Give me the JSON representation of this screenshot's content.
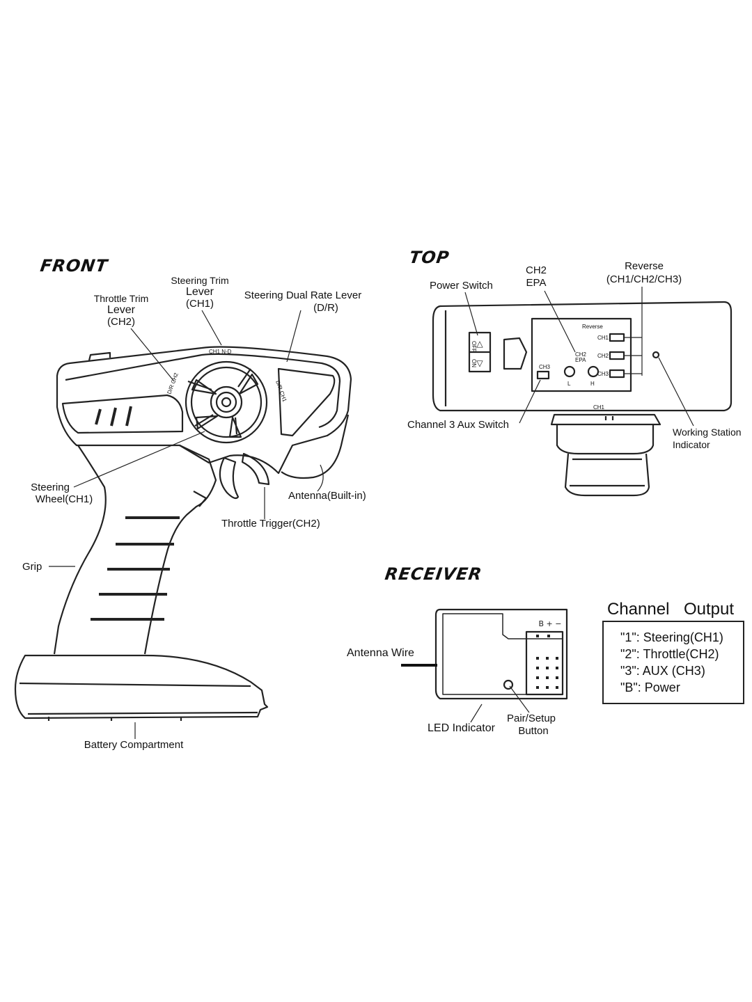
{
  "sections": {
    "front": "FRONT",
    "top": "TOP",
    "receiver": "RECEIVER"
  },
  "front_labels": {
    "throttle_trim_1": "Throttle Trim",
    "throttle_trim_2": "Lever",
    "throttle_trim_3": "(CH2)",
    "steering_trim_1": "Steering Trim",
    "steering_trim_2": "Lever",
    "steering_trim_3": "(CH1)",
    "dual_rate_1": "Steering Dual Rate Lever",
    "dual_rate_2": "(D/R)",
    "steering_wheel_1": "Steering",
    "steering_wheel_2": "Wheel(CH1)",
    "antenna": "Antenna(Built-in)",
    "throttle_trigger": "Throttle Trigger(CH2)",
    "grip": "Grip",
    "battery": "Battery Compartment"
  },
  "device_markings": {
    "front_trim_left": "D/R CH2",
    "front_trim_top": "CH1 N-D",
    "front_dr": "D/R CH1",
    "top_off": "OFF",
    "top_on": "ON",
    "top_reverse": "Reverse",
    "top_ch1": "CH1",
    "top_ch2": "CH2",
    "top_ch3": "CH3",
    "top_ch3_switch": "CH3",
    "top_epa_1": "CH2",
    "top_epa_2": "EPA",
    "top_l": "L",
    "top_h": "H",
    "top_ch1_bottom": "CH1",
    "recv_pins": "B + −"
  },
  "top_labels": {
    "power_switch": "Power Switch",
    "ch2_epa_1": "CH2",
    "ch2_epa_2": "EPA",
    "reverse_1": "Reverse",
    "reverse_2": "(CH1/CH2/CH3)",
    "aux_switch": "Channel 3  Aux Switch",
    "working_1": "Working Station",
    "working_2": "Indicator"
  },
  "receiver_labels": {
    "antenna_wire": "Antenna Wire",
    "led": "LED Indicator",
    "pair_1": "Pair/Setup",
    "pair_2": "Button"
  },
  "channel_table": {
    "head_channel": "Channel",
    "head_output": "Output",
    "rows": [
      "\"1\": Steering(CH1)",
      "\"2\": Throttle(CH2)",
      "\"3\": AUX (CH3)",
      "\"B\": Power"
    ]
  }
}
